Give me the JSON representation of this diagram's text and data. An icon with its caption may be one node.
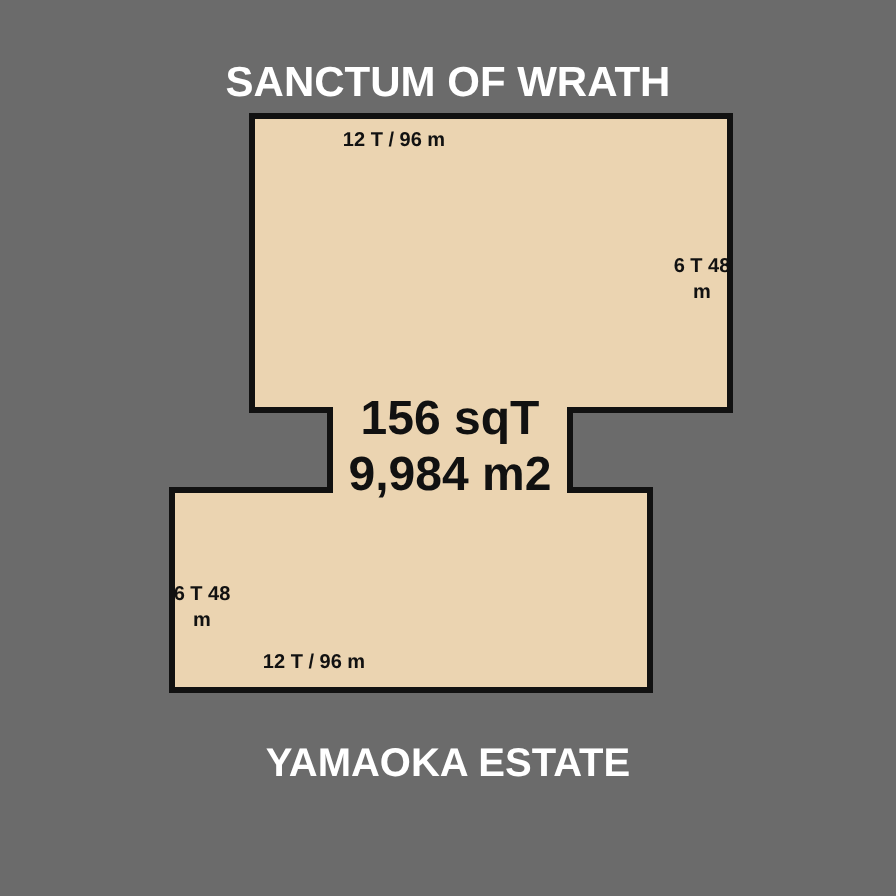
{
  "diagram": {
    "title": "SANCTUM OF WRATH",
    "caption": "YAMAOKA ESTATE",
    "nodes": [
      {
        "text": [
          "156 sqT",
          "9,984 m2"
        ]
      }
    ],
    "labels": [
      "12 T / 96 m",
      "6 T 48 m",
      "6 T 48 m",
      "12 T / 96 m"
    ]
  }
}
